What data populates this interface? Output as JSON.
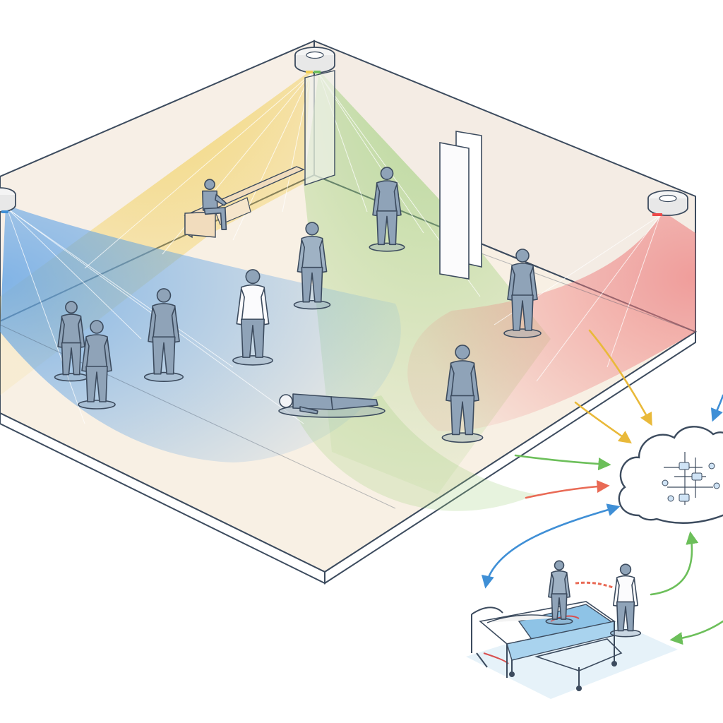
{
  "title": "",
  "colors": {
    "background": "#ffffff",
    "floor": "#f7efe3",
    "wall": "#f5ece2",
    "outline": "#3c4b5e",
    "person_fill": "#8fa3b8",
    "person_light": "#f2f4f7",
    "coverage_yellow": "#f2cf55",
    "coverage_green": "#9fd07a",
    "coverage_blue": "#5aa0e6",
    "coverage_red": "#ee7b7b",
    "arrow_yellow": "#e9b93a",
    "arrow_green": "#6cbf5a",
    "arrow_red": "#e96a55",
    "arrow_blue": "#3f8fd6",
    "bed_blanket": "#8ec3e6"
  },
  "sensors": [
    {
      "name": "ceiling-sensor-back",
      "color": "yellow-green"
    },
    {
      "name": "ceiling-sensor-left",
      "color": "blue"
    },
    {
      "name": "ceiling-sensor-right",
      "color": "red"
    }
  ],
  "people": [
    {
      "name": "seated-person",
      "pose": "seated",
      "shade": "dark"
    },
    {
      "name": "standing-person-back-center",
      "pose": "standing",
      "shade": "dark"
    },
    {
      "name": "standing-person-center-light",
      "pose": "standing",
      "shade": "light-shirt"
    },
    {
      "name": "standing-person-right",
      "pose": "standing",
      "shade": "dark"
    },
    {
      "name": "standing-person-left-1",
      "pose": "standing",
      "shade": "dark"
    },
    {
      "name": "standing-person-left-2",
      "pose": "standing",
      "shade": "dark"
    },
    {
      "name": "standing-person-left-3",
      "pose": "standing",
      "shade": "dark"
    },
    {
      "name": "standing-person-white-shirt",
      "pose": "standing",
      "shade": "white-shirt"
    },
    {
      "name": "standing-person-front-right",
      "pose": "standing",
      "shade": "dark"
    },
    {
      "name": "fallen-person",
      "pose": "lying",
      "shade": "dark"
    }
  ],
  "icons": {
    "cloud": "cloud-network-icon",
    "bed": "hospital-bed-icon",
    "staff": "medical-staff-icon"
  }
}
